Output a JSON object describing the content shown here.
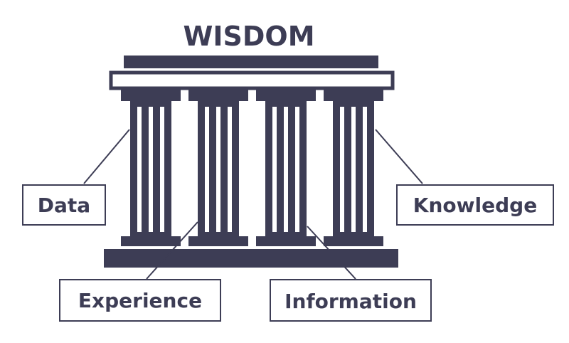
{
  "title": "WISDOM",
  "pillars": [
    {
      "label": "Data"
    },
    {
      "label": "Experience"
    },
    {
      "label": "Information"
    },
    {
      "label": "Knowledge"
    }
  ],
  "colors": {
    "primary": "#3d3d55",
    "background": "#ffffff"
  }
}
